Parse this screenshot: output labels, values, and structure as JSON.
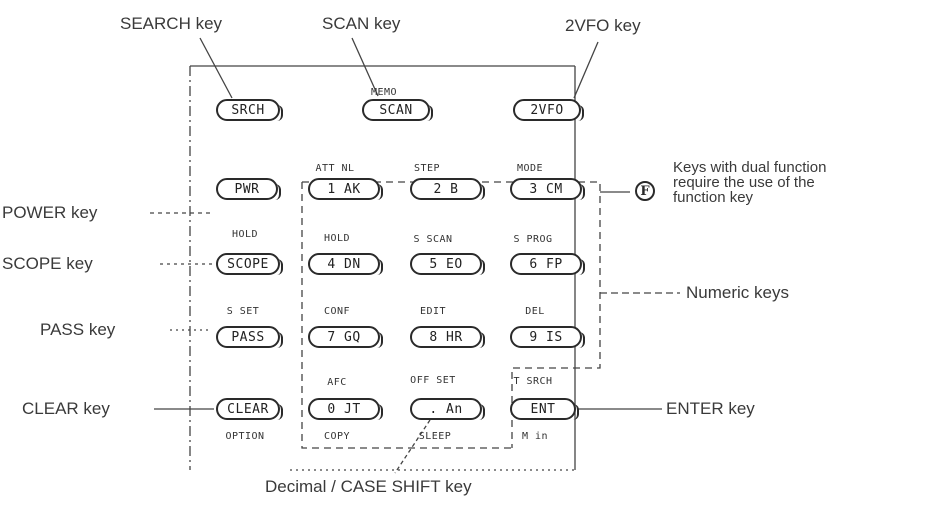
{
  "callouts": {
    "search_key": "SEARCH key",
    "scan_key": "SCAN key",
    "vfo_key": "2VFO key",
    "power_key": "POWER key",
    "scope_key": "SCOPE key",
    "pass_key": "PASS key",
    "clear_key": "CLEAR key",
    "numeric_keys": "Numeric keys",
    "enter_key": "ENTER key",
    "decimal_key": "Decimal / CASE SHIFT key",
    "dual_function_note": [
      "Keys with dual function",
      "require the use of the",
      "function key"
    ]
  },
  "function_symbol": "F",
  "keys": {
    "srch": "SRCH",
    "scan": "SCAN",
    "vfo": "2VFO",
    "pwr": "PWR",
    "scope": "SCOPE",
    "pass": "PASS",
    "clear": "CLEAR",
    "k1": "1 AK",
    "k2": "2 B",
    "k3": "3 CM",
    "k4": "4 DN",
    "k5": "5 EO",
    "k6": "6 FP",
    "k7": "7 GQ",
    "k8": "8 HR",
    "k9": "9 IS",
    "k0": "0 JT",
    "dot": ". An",
    "ent": "ENT"
  },
  "secondary_labels": {
    "memo": "MEMO",
    "att_nl": "ATT NL",
    "step": "STEP",
    "mode": "MODE",
    "hold_left": "HOLD",
    "hold": "HOLD",
    "s_scan": "S SCAN",
    "s_prog": "S PROG",
    "s_set": "S SET",
    "conf": "CONF",
    "edit": "EDIT",
    "del": "DEL",
    "afc": "AFC",
    "off_set": "OFF SET",
    "t_srch": "T SRCH",
    "option": "OPTION",
    "copy": "COPY",
    "sleep": "SLEEP",
    "m_in": "M  in"
  }
}
